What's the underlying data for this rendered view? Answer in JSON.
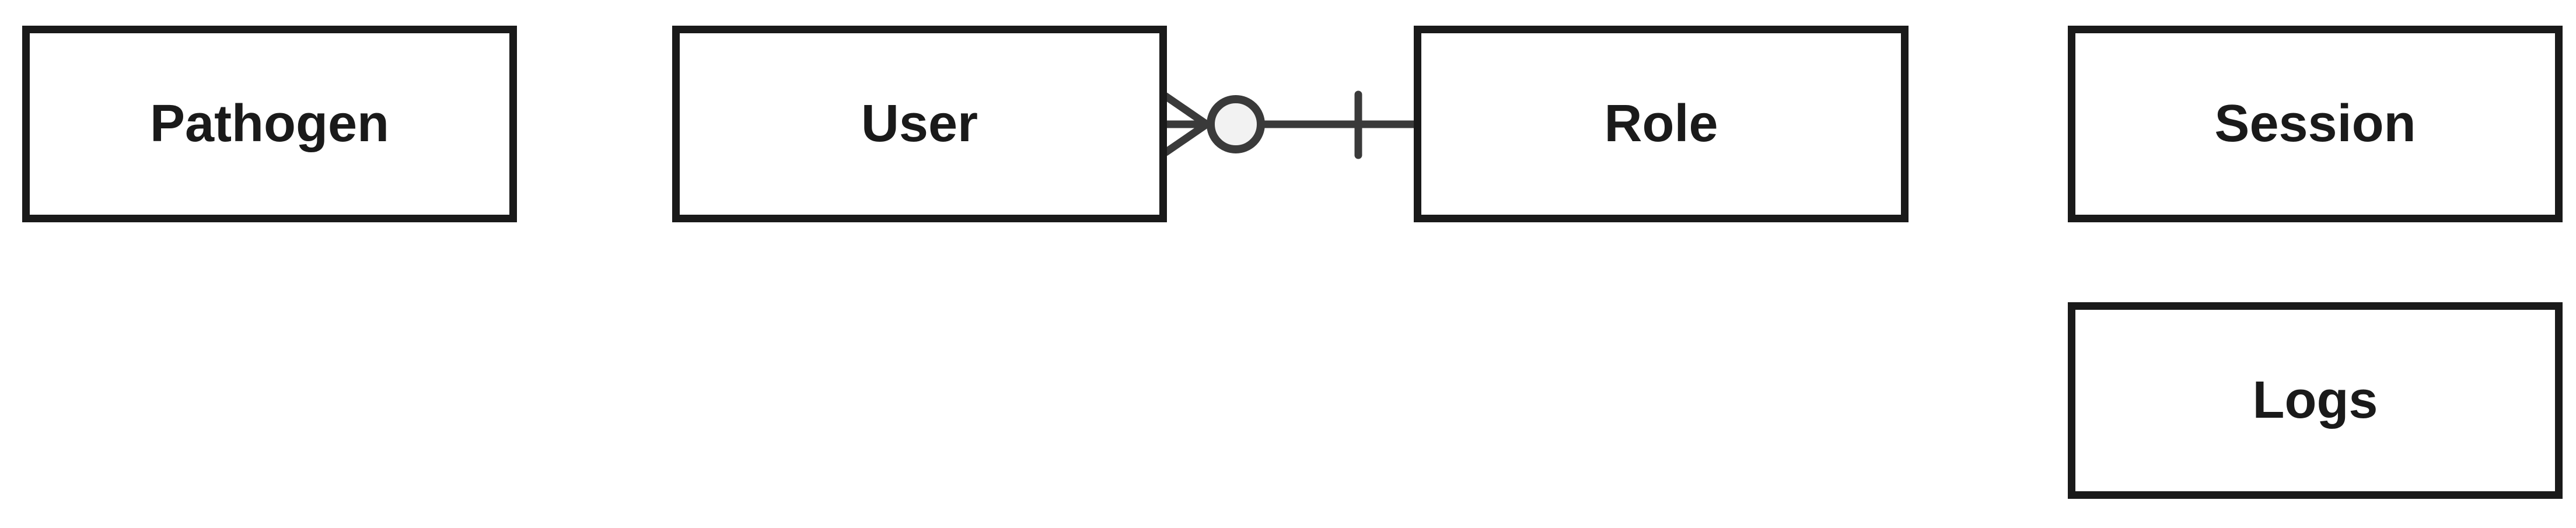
{
  "diagram": {
    "type": "entity-relationship",
    "background_color": "#ffffff",
    "entities": [
      {
        "id": "pathogen",
        "label": "Pathogen"
      },
      {
        "id": "user",
        "label": "User"
      },
      {
        "id": "role",
        "label": "Role"
      },
      {
        "id": "session",
        "label": "Session"
      },
      {
        "id": "logs",
        "label": "Logs"
      }
    ],
    "relationships": [
      {
        "from": "User",
        "to": "Role",
        "from_cardinality": "zero-or-many",
        "to_cardinality": "one",
        "from_marker": "crows-foot-with-circle",
        "to_marker": "single-tick"
      }
    ],
    "colors": {
      "entity_border": "#1a1a1a",
      "entity_fill": "#ffffff",
      "entity_text": "#1a1a1a",
      "connector_stroke": "#3a3a3a",
      "circle_marker_fill": "#f2f2f2"
    }
  }
}
